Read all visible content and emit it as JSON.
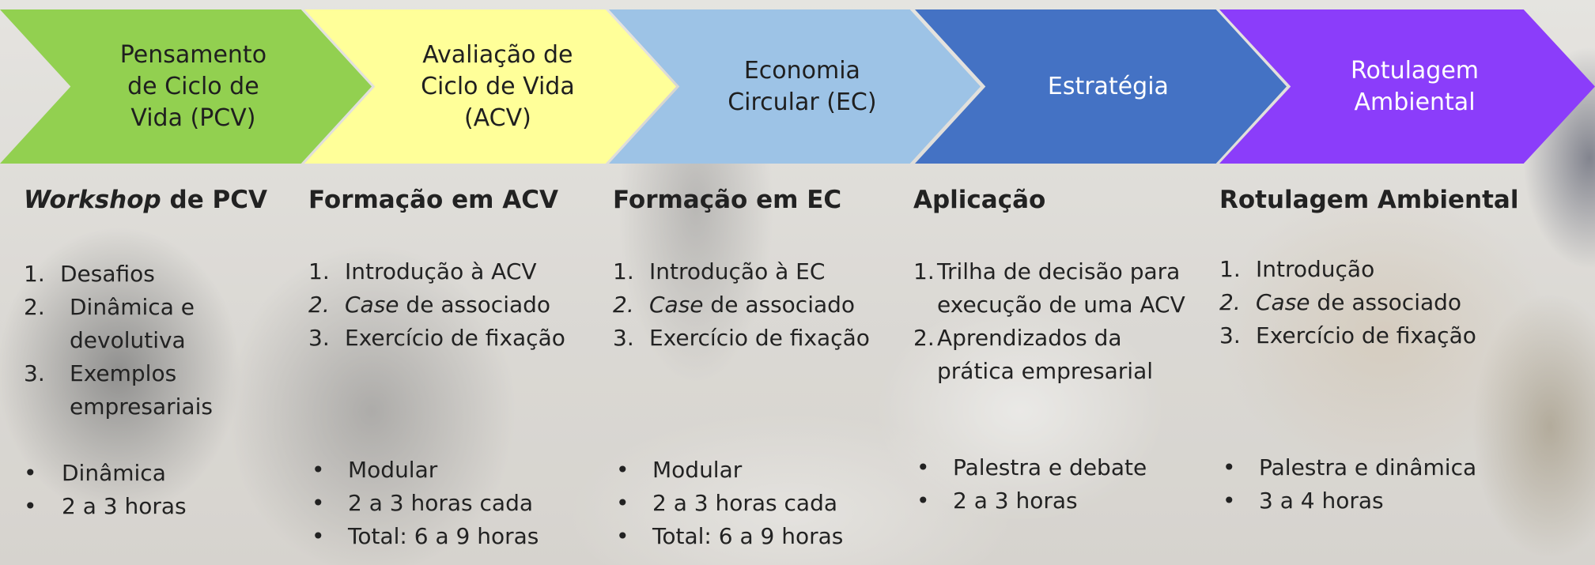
{
  "stages": [
    {
      "label": "Pensamento\nde Ciclo de\nVida (PCV)",
      "color": "#92d050"
    },
    {
      "label": "Avaliação de\nCiclo de Vida\n(ACV)",
      "color": "#ffff99"
    },
    {
      "label": "Economia\nCircular (EC)",
      "color": "#9dc3e6"
    },
    {
      "label": "Estratégia",
      "color": "#4472c4"
    },
    {
      "label": "Rotulagem\nAmbiental",
      "color": "#8b3dfa"
    }
  ],
  "columns": [
    {
      "heading_italic": "Workshop",
      "heading": " de PCV",
      "steps": [
        {
          "num": "1.",
          "text": "Desafios"
        },
        {
          "num": "2.",
          "text": "Dinâmica e devolutiva"
        },
        {
          "num": "3.",
          "text": "Exemplos empresariais"
        }
      ],
      "facts": [
        "Dinâmica",
        "2 a 3 horas"
      ]
    },
    {
      "heading": "Formação em ACV",
      "steps": [
        {
          "num": "1.",
          "text": "Introdução à ACV"
        },
        {
          "num": "2.",
          "italic": "Case",
          "text": " de associado"
        },
        {
          "num": "3.",
          "text": "Exercício de fixação"
        }
      ],
      "facts": [
        "Modular",
        "2 a 3 horas cada",
        "Total: 6 a 9 horas"
      ]
    },
    {
      "heading": "Formação em EC",
      "steps": [
        {
          "num": "1.",
          "text": "Introdução à EC"
        },
        {
          "num": "2.",
          "italic": "Case",
          "text": " de associado"
        },
        {
          "num": "3.",
          "text": "Exercício de fixação"
        }
      ],
      "facts": [
        "Modular",
        "2 a 3 horas cada",
        "Total: 6 a 9 horas"
      ]
    },
    {
      "heading": "Aplicação",
      "steps": [
        {
          "num": "1.",
          "text": "Trilha de decisão para execução de uma ACV"
        },
        {
          "num": "2.",
          "text": "Aprendizados da prática empresarial"
        }
      ],
      "facts": [
        "Palestra e debate",
        "2 a 3 horas"
      ]
    },
    {
      "heading": "Rotulagem Ambiental",
      "steps": [
        {
          "num": "1.",
          "text": "Introdução"
        },
        {
          "num": "2.",
          "italic": "Case",
          "text": " de associado"
        },
        {
          "num": "3.",
          "text": "Exercício de fixação"
        }
      ],
      "facts": [
        "Palestra e dinâmica",
        "3 a 4 horas"
      ]
    }
  ],
  "bullet_glyph": "•"
}
